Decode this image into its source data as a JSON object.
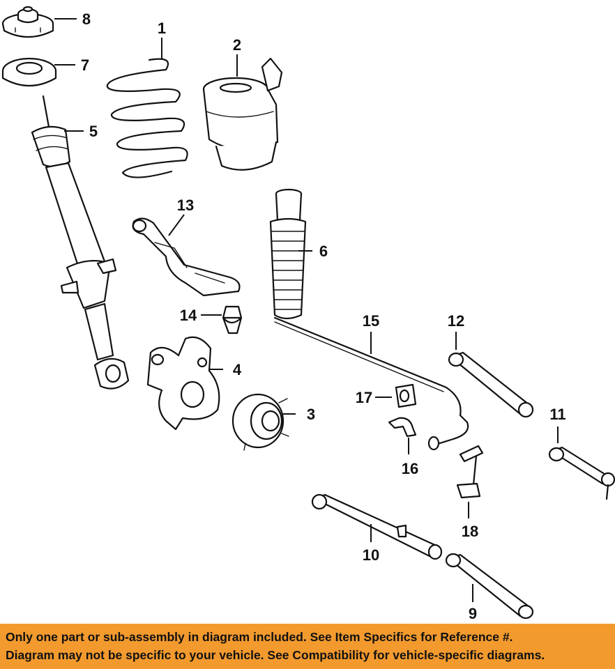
{
  "diagram": {
    "callouts": [
      {
        "id": "1",
        "label": "1"
      },
      {
        "id": "2",
        "label": "2"
      },
      {
        "id": "3",
        "label": "3"
      },
      {
        "id": "4",
        "label": "4"
      },
      {
        "id": "5",
        "label": "5"
      },
      {
        "id": "6",
        "label": "6"
      },
      {
        "id": "7",
        "label": "7"
      },
      {
        "id": "8",
        "label": "8"
      },
      {
        "id": "9",
        "label": "9"
      },
      {
        "id": "10",
        "label": "10"
      },
      {
        "id": "11",
        "label": "11"
      },
      {
        "id": "12",
        "label": "12"
      },
      {
        "id": "13",
        "label": "13"
      },
      {
        "id": "14",
        "label": "14"
      },
      {
        "id": "15",
        "label": "15"
      },
      {
        "id": "16",
        "label": "16"
      },
      {
        "id": "17",
        "label": "17"
      },
      {
        "id": "18",
        "label": "18"
      }
    ]
  },
  "footer": {
    "line1": "Only one part or sub-assembly in diagram included. See Item Specifics for Reference #.",
    "line2": "Diagram may not be specific to your vehicle. See Compatibility for vehicle-specific diagrams.",
    "background": "#f39a2e"
  }
}
